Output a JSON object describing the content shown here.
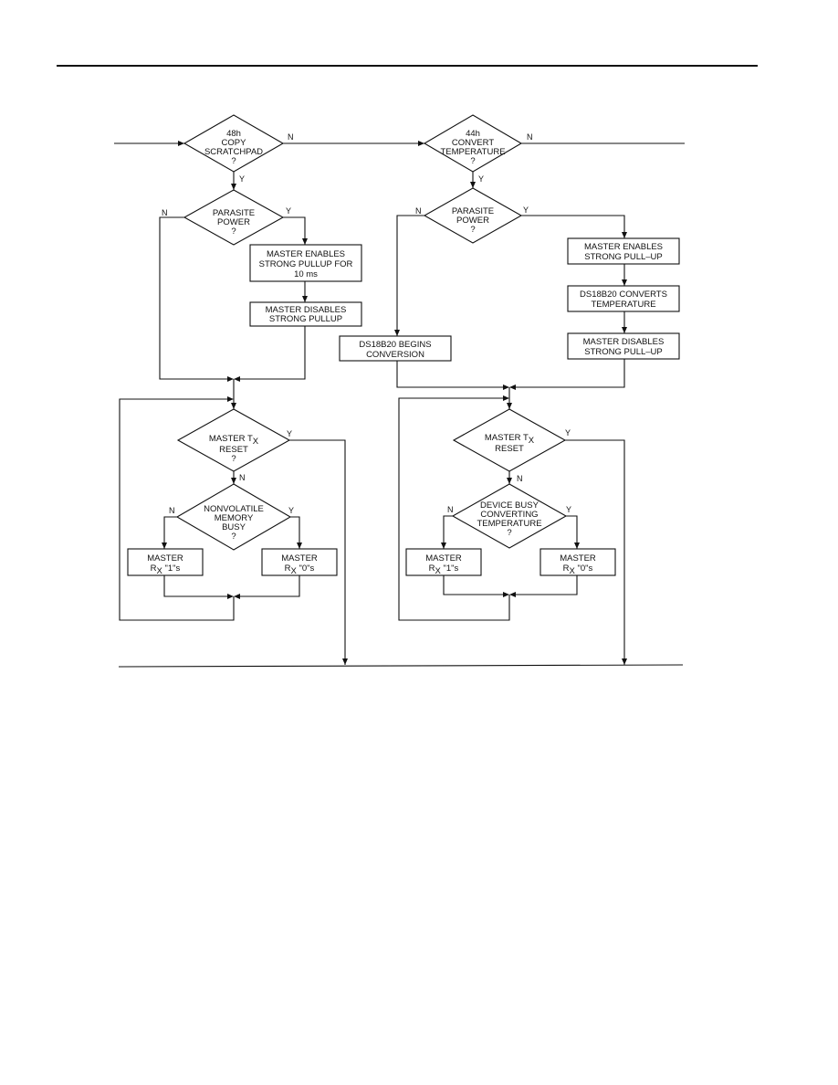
{
  "left": {
    "d_copy": [
      "48h",
      "COPY",
      "SCRATCHPAD",
      "?"
    ],
    "d_parasite": [
      "PARASITE",
      "POWER",
      "?"
    ],
    "b_enable": [
      "MASTER ENABLES",
      "STRONG PULLUP FOR",
      "10 ms"
    ],
    "b_disable": [
      "MASTER DISABLES",
      "STRONG PULLUP"
    ],
    "d_reset": {
      "pre": "MASTER T",
      "sub": "X",
      "l2": "RESET",
      "l3": "?"
    },
    "d_busy": [
      "NONVOLATILE",
      "MEMORY",
      "BUSY",
      "?"
    ],
    "b_rx1": {
      "l1": "MASTER",
      "pre": "R",
      "sub": "X",
      "post": " \"1\"s"
    },
    "b_rx0": {
      "l1": "MASTER",
      "pre": "R",
      "sub": "X",
      "post": " \"0\"s"
    }
  },
  "right": {
    "d_convert": [
      "44h",
      "CONVERT",
      "TEMPERATURE",
      "?"
    ],
    "d_parasite": [
      "PARASITE",
      "POWER",
      "?"
    ],
    "b_enable": [
      "MASTER ENABLES",
      "STRONG PULL–UP"
    ],
    "b_converts": [
      "DS18B20 CONVERTS",
      "TEMPERATURE"
    ],
    "b_disable": [
      "MASTER DISABLES",
      "STRONG PULL–UP"
    ],
    "b_begins": [
      "DS18B20 BEGINS",
      "CONVERSION"
    ],
    "d_reset": {
      "pre": "MASTER T",
      "sub": "X",
      "l2": "RESET",
      "l3": "?"
    },
    "d_busy": [
      "DEVICE BUSY",
      "CONVERTING",
      "TEMPERATURE",
      "?"
    ],
    "b_rx1": {
      "l1": "MASTER",
      "pre": "R",
      "sub": "X",
      "post": " \"1\"s"
    },
    "b_rx0": {
      "l1": "MASTER",
      "pre": "R",
      "sub": "X",
      "post": " \"0\"s"
    }
  },
  "labels": {
    "yes": "Y",
    "no": "N"
  }
}
